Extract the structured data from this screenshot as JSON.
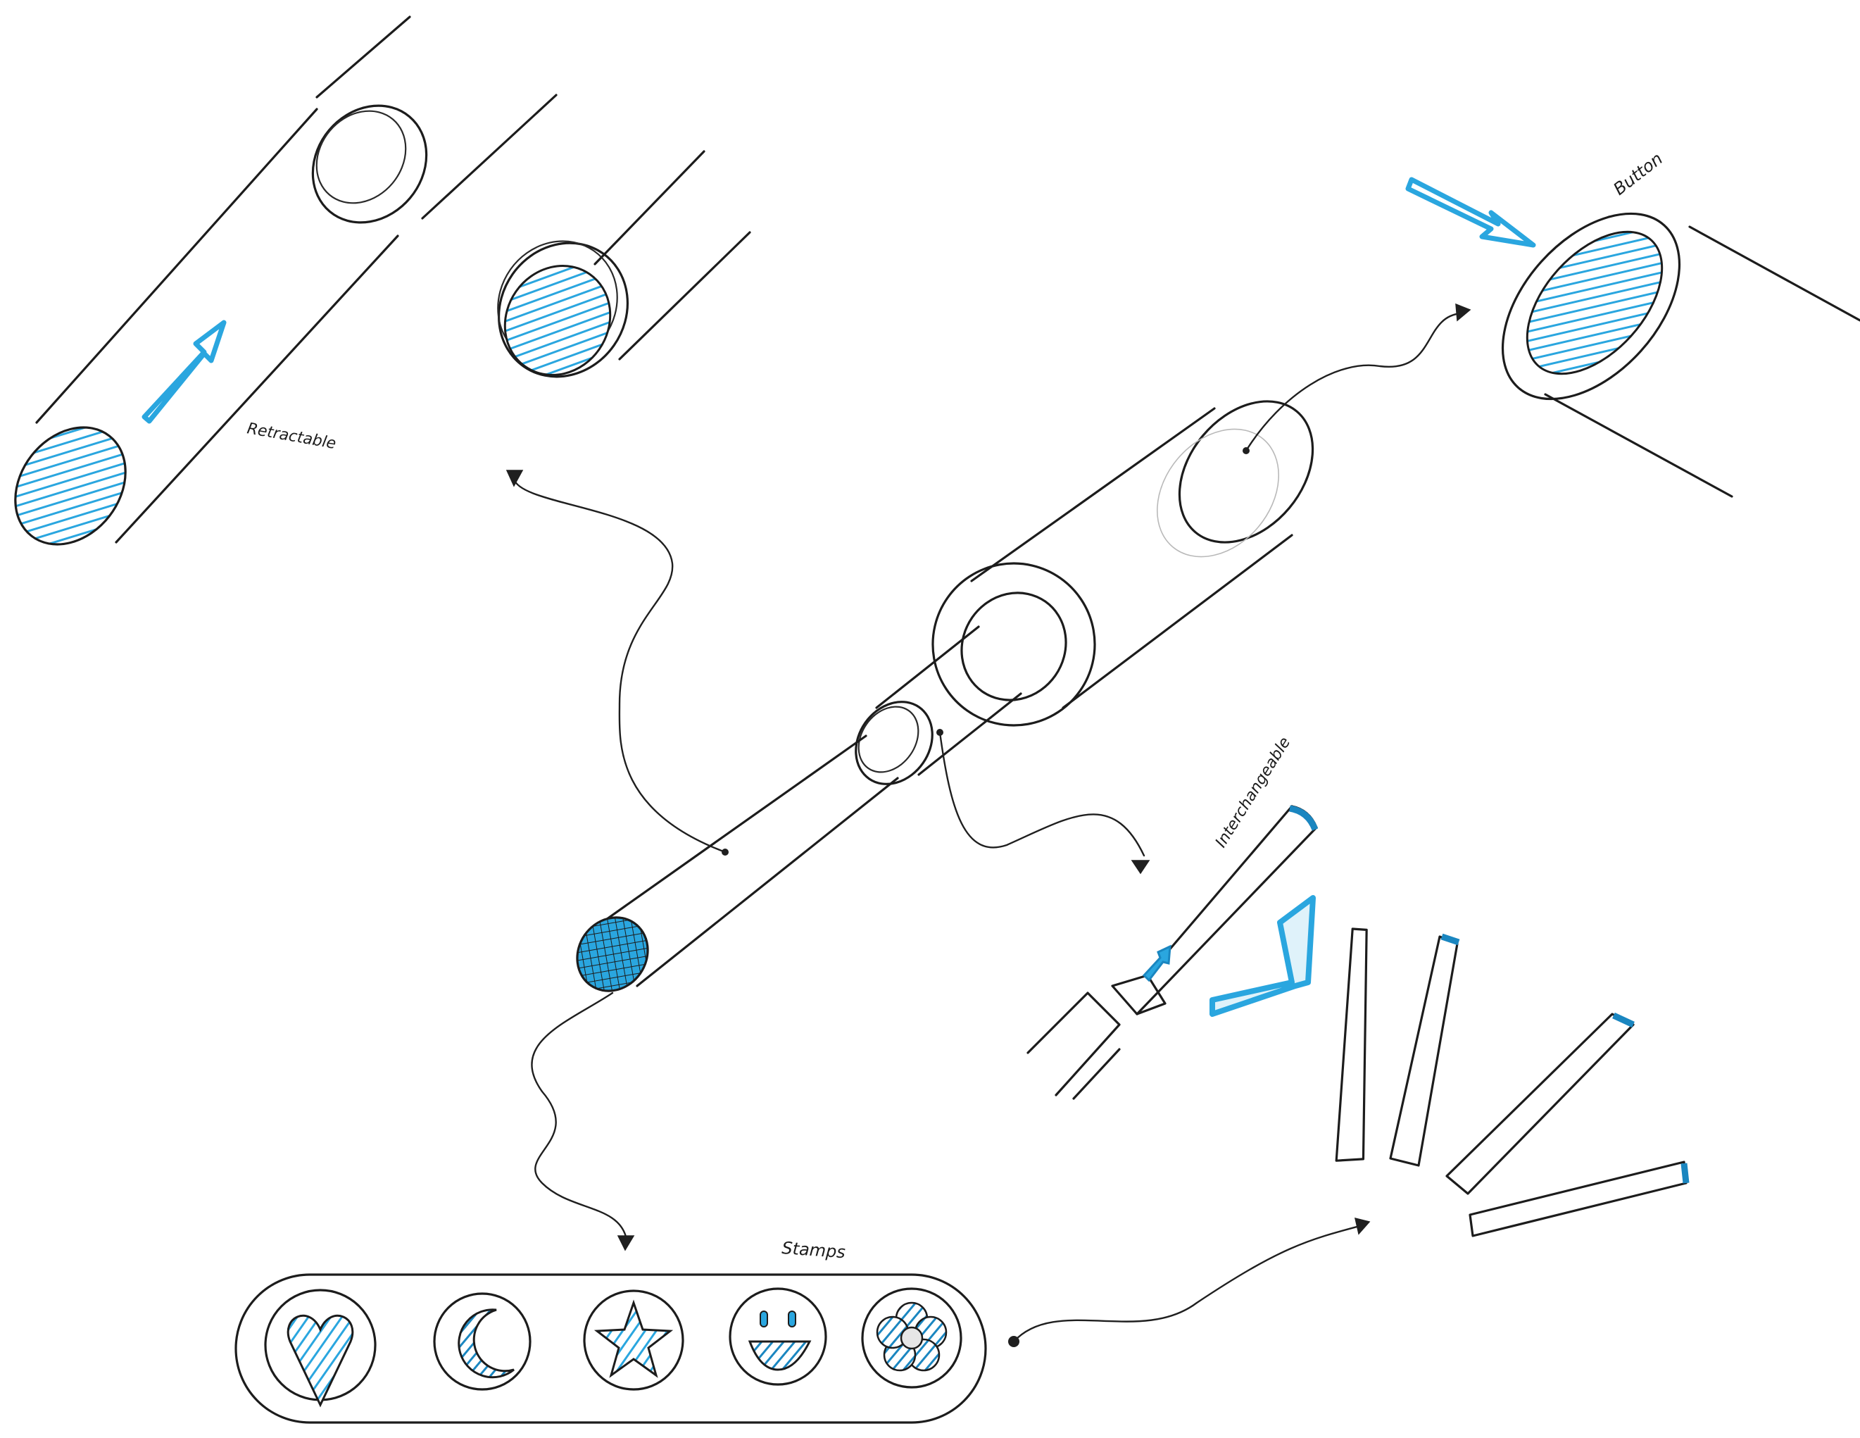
{
  "colors": {
    "ink": "#1c1c1c",
    "accent": "#2aa6df",
    "accent_dark": "#1a86c0",
    "paper": "#ffffff"
  },
  "labels": {
    "retractable": "Retractable",
    "button": "Button",
    "interchangeable": "Interchangeable",
    "stamps": "Stamps"
  },
  "stamps": {
    "icons": [
      "heart-icon",
      "moon-icon",
      "star-icon",
      "smiley-icon",
      "flower-icon"
    ]
  }
}
